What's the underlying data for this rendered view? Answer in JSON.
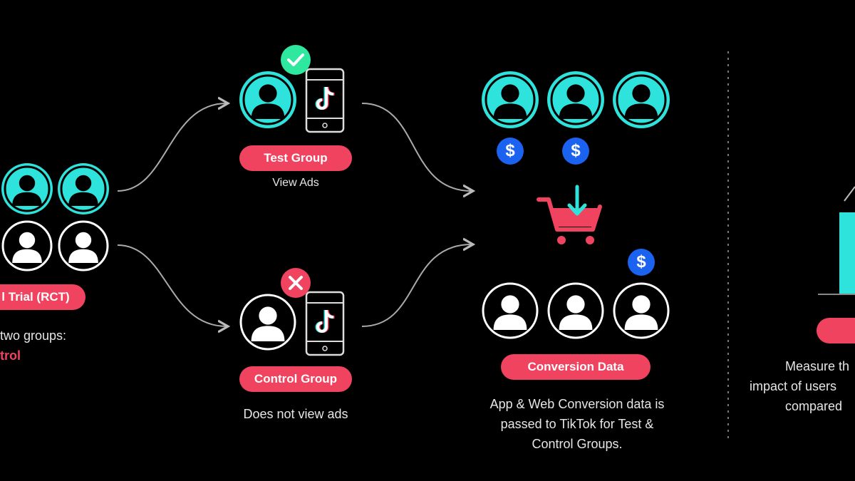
{
  "rct": {
    "label": "l Trial (RCT)",
    "desc_line1": "two groups:",
    "desc_line2": "trol"
  },
  "test_group": {
    "label": "Test Group",
    "caption": "View Ads"
  },
  "control_group": {
    "label": "Control Group",
    "caption": "Does not view ads"
  },
  "conversion": {
    "label": "Conversion Data",
    "caption_line1": "App & Web Conversion data is",
    "caption_line2": "passed  to TikTok for Test &",
    "caption_line3": "Control Groups."
  },
  "measure": {
    "line1": "Measure th",
    "line2": "impact of users",
    "line3": "compared"
  },
  "icons": {
    "currency": "$",
    "check": "✓",
    "cross": "✕"
  },
  "colors": {
    "background": "#000000",
    "teal": "#2ee3dc",
    "pink": "#f0435f",
    "blue": "#1c62f0",
    "green": "#2ee8a0"
  }
}
